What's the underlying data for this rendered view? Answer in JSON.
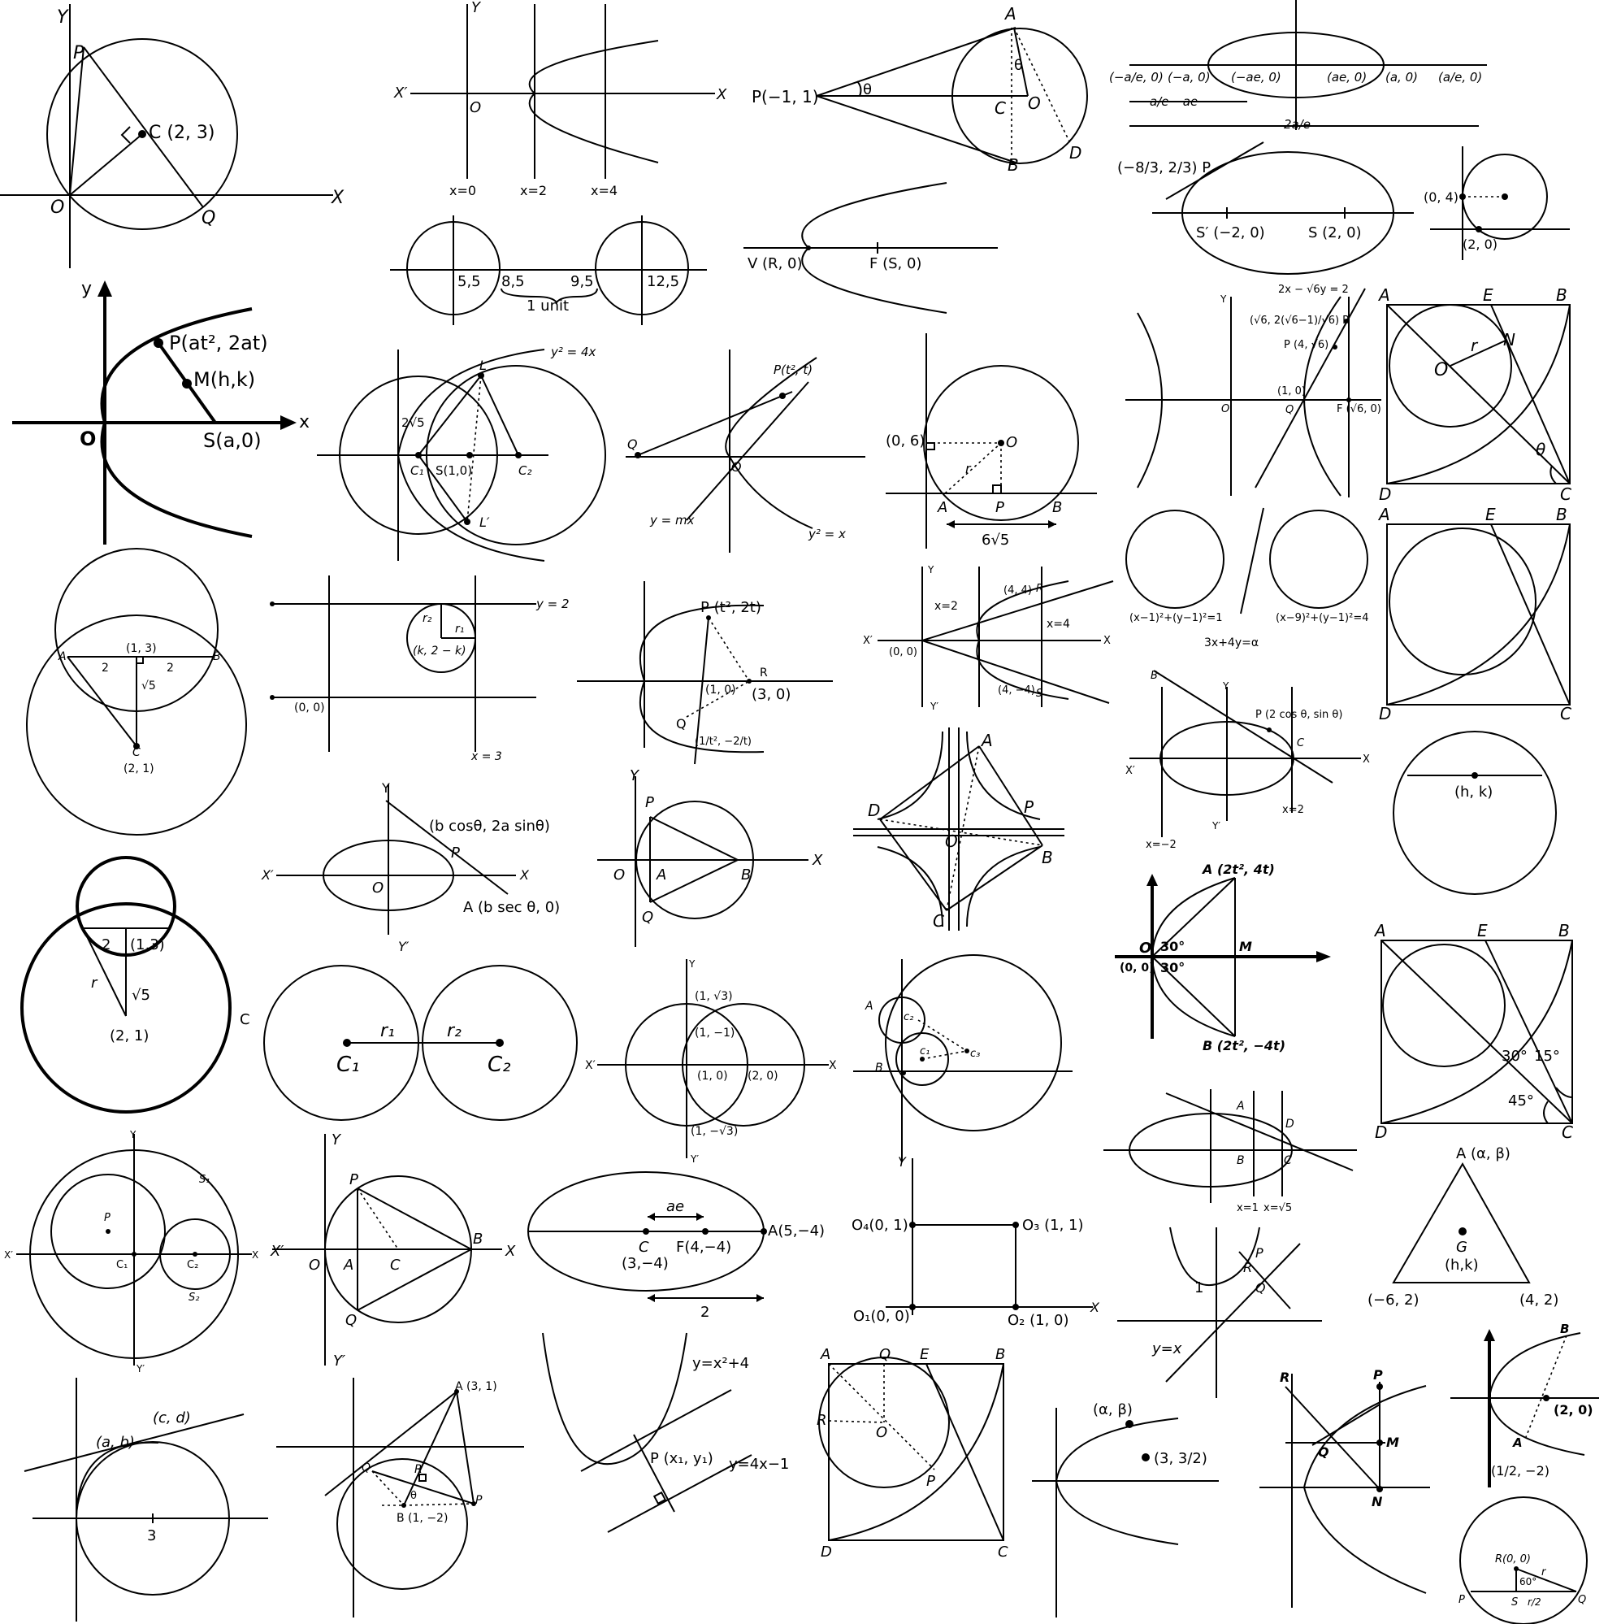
{
  "panels": [
    {
      "id": "p1",
      "labels": [
        "Y",
        "P",
        "C (2, 3)",
        "O",
        "Q",
        "X"
      ]
    },
    {
      "id": "p2",
      "labels": [
        "Y",
        "X′",
        "O",
        "X",
        "x=0",
        "x=2",
        "x=4"
      ]
    },
    {
      "id": "p3",
      "labels": [
        "5,5",
        "8,5",
        "9,5",
        "12,5",
        "1 unit"
      ]
    },
    {
      "id": "p4",
      "labels": [
        "A",
        "θ",
        "P(−1, 1)",
        "θ",
        "C",
        "O",
        "B",
        "D"
      ]
    },
    {
      "id": "p5",
      "labels": [
        "V (R, 0)",
        "F (S, 0)"
      ]
    },
    {
      "id": "p6",
      "labels": [
        "(−a/e, 0)",
        "(−a, 0)",
        "(−ae, 0)",
        "(ae, 0)",
        "(a, 0)",
        "(a/e, 0)",
        "a/e −ae",
        "2a/e"
      ]
    },
    {
      "id": "p7",
      "labels": [
        "(−8/3, 2/3) P",
        "S′ (−2, 0)",
        "S (2, 0)"
      ]
    },
    {
      "id": "p8",
      "labels": [
        "(0, 4)",
        "(2, 0)"
      ]
    },
    {
      "id": "p9",
      "labels": [
        "y",
        "P(at², 2at)",
        "M(h,k)",
        "O",
        "S(a,0)",
        "x"
      ]
    },
    {
      "id": "p10",
      "labels": [
        "L",
        "y² = 4x",
        "2√5",
        "C₁",
        "S(1,0)",
        "C₂",
        "L′"
      ]
    },
    {
      "id": "p11",
      "labels": [
        "P(t², t)",
        "Q",
        "O",
        "y = mx",
        "y² = x"
      ]
    },
    {
      "id": "p12",
      "labels": [
        "(0, 6)",
        "O",
        "r",
        "A",
        "P",
        "B",
        "6√5"
      ]
    },
    {
      "id": "p13",
      "labels": [
        "2x − √6y = 2",
        "(√6, 2(√6−1)/√6) R",
        "P (4, √6)",
        "Y",
        "O",
        "(1, 0)",
        "Q",
        "F (√6, 0)"
      ]
    },
    {
      "id": "p14",
      "labels": [
        "A",
        "E",
        "B",
        "r",
        "N",
        "O",
        "θ",
        "D",
        "C"
      ]
    },
    {
      "id": "p15",
      "labels": [
        "A",
        "(1, 3)",
        "B",
        "2",
        "2",
        "√5",
        "C",
        "(2, 1)"
      ]
    },
    {
      "id": "p16",
      "labels": [
        "y = 2",
        "r₂",
        "r₁",
        "(k, 2 − k)",
        "(0, 0)",
        "x = 3"
      ]
    },
    {
      "id": "p17",
      "labels": [
        "P (t², 2t)",
        "R",
        "(1, 0)",
        "(3, 0)",
        "Q",
        "(1/t², −2/t)"
      ]
    },
    {
      "id": "p18",
      "labels": [
        "Y",
        "x=2",
        "(4, 4)",
        "R",
        "x=4",
        "X′",
        "(0, 0)",
        "X",
        "(4, −4)",
        "S",
        "Y′"
      ]
    },
    {
      "id": "p19",
      "labels": [
        "(x−1)²+(y−1)²=1",
        "(x−9)²+(y−1)²=4",
        "3x+4y=α"
      ]
    },
    {
      "id": "p20",
      "labels": [
        "A",
        "E",
        "B",
        "D",
        "C"
      ]
    },
    {
      "id": "p21",
      "labels": [
        "B",
        "Y",
        "P (2 cos θ, sin θ)",
        "C",
        "X′",
        "X",
        "x=2",
        "Y′",
        "x=−2"
      ]
    },
    {
      "id": "p22",
      "labels": [
        "(h, k)"
      ]
    },
    {
      "id": "p23",
      "labels": [
        "Y",
        "(b cosθ, 2a sinθ)",
        "P",
        "X′",
        "X",
        "O",
        "A (b sec θ, 0)",
        "Y′"
      ]
    },
    {
      "id": "p24",
      "labels": [
        "Y",
        "P",
        "O",
        "A",
        "B",
        "X",
        "Q"
      ]
    },
    {
      "id": "p25",
      "labels": [
        "A",
        "D",
        "P",
        "O",
        "B",
        "C"
      ]
    },
    {
      "id": "p26",
      "labels": [
        "A (2t², 4t)",
        "O",
        "30°",
        "M",
        "(0, 0)",
        "30°",
        "B (2t², −4t)"
      ]
    },
    {
      "id": "p27",
      "labels": [
        "2",
        "(1,3)",
        "r",
        "√5",
        "(2, 1)",
        "C"
      ]
    },
    {
      "id": "p28",
      "labels": [
        "r₁",
        "r₂",
        "C₁",
        "C₂"
      ]
    },
    {
      "id": "p29",
      "labels": [
        "Y",
        "(1, √3)",
        "(1, −1)",
        "X′",
        "(1, 0)",
        "(2, 0)",
        "X",
        "(1, −√3)",
        "Y′"
      ]
    },
    {
      "id": "p30",
      "labels": [
        "A",
        "c₂",
        "c₁",
        "c₃",
        "B"
      ]
    },
    {
      "id": "p31",
      "labels": [
        "A",
        "E",
        "B",
        "30°",
        "15°",
        "45°",
        "D",
        "C"
      ]
    },
    {
      "id": "p32",
      "labels": [
        "Y",
        "S₁",
        "P",
        "X′",
        "C₁",
        "C₂",
        "X",
        "S₂",
        "Y′"
      ]
    },
    {
      "id": "p33",
      "labels": [
        "Y",
        "P",
        "X′",
        "O",
        "A",
        "C",
        "B",
        "X",
        "Q",
        "Y′"
      ]
    },
    {
      "id": "p34",
      "labels": [
        "ae",
        "C",
        "F(4,−4)",
        "A(5,−4)",
        "(3,−4)",
        "2"
      ]
    },
    {
      "id": "p35",
      "labels": [
        "Y",
        "O₄(0, 1)",
        "O₃ (1, 1)",
        "O₁(0, 0)",
        "O₂ (1, 0)",
        "X"
      ]
    },
    {
      "id": "p36",
      "labels": [
        "A",
        "D",
        "B",
        "C",
        "x=1",
        "x=√5"
      ]
    },
    {
      "id": "p37",
      "labels": [
        "A (α, β)",
        "G",
        "(h,k)",
        "(−6, 2)",
        "(4, 2)"
      ]
    },
    {
      "id": "p38",
      "labels": [
        "P",
        "R",
        "Q",
        "1",
        "y=x"
      ]
    },
    {
      "id": "p39",
      "labels": [
        "(a, b)",
        "(c, d)",
        "3"
      ]
    },
    {
      "id": "p40",
      "labels": [
        "A (3, 1)",
        "Q",
        "R",
        "θ",
        "P",
        "B (1, −2)"
      ]
    },
    {
      "id": "p41",
      "labels": [
        "y=x²+4",
        "P (x₁, y₁)",
        "y=4x−1"
      ]
    },
    {
      "id": "p42",
      "labels": [
        "A",
        "Q",
        "E",
        "B",
        "R",
        "O",
        "P",
        "D",
        "C"
      ]
    },
    {
      "id": "p43",
      "labels": [
        "(α, β)",
        "(3, 3/2)"
      ]
    },
    {
      "id": "p44",
      "labels": [
        "R",
        "P",
        "M",
        "Q",
        "N"
      ]
    },
    {
      "id": "p45",
      "labels": [
        "B",
        "(2, 0)",
        "A",
        "(1/2, −2)"
      ]
    },
    {
      "id": "p46",
      "labels": [
        "R(0, 0)",
        "r",
        "60°",
        "P",
        "S",
        "r/2",
        "Q"
      ]
    }
  ]
}
